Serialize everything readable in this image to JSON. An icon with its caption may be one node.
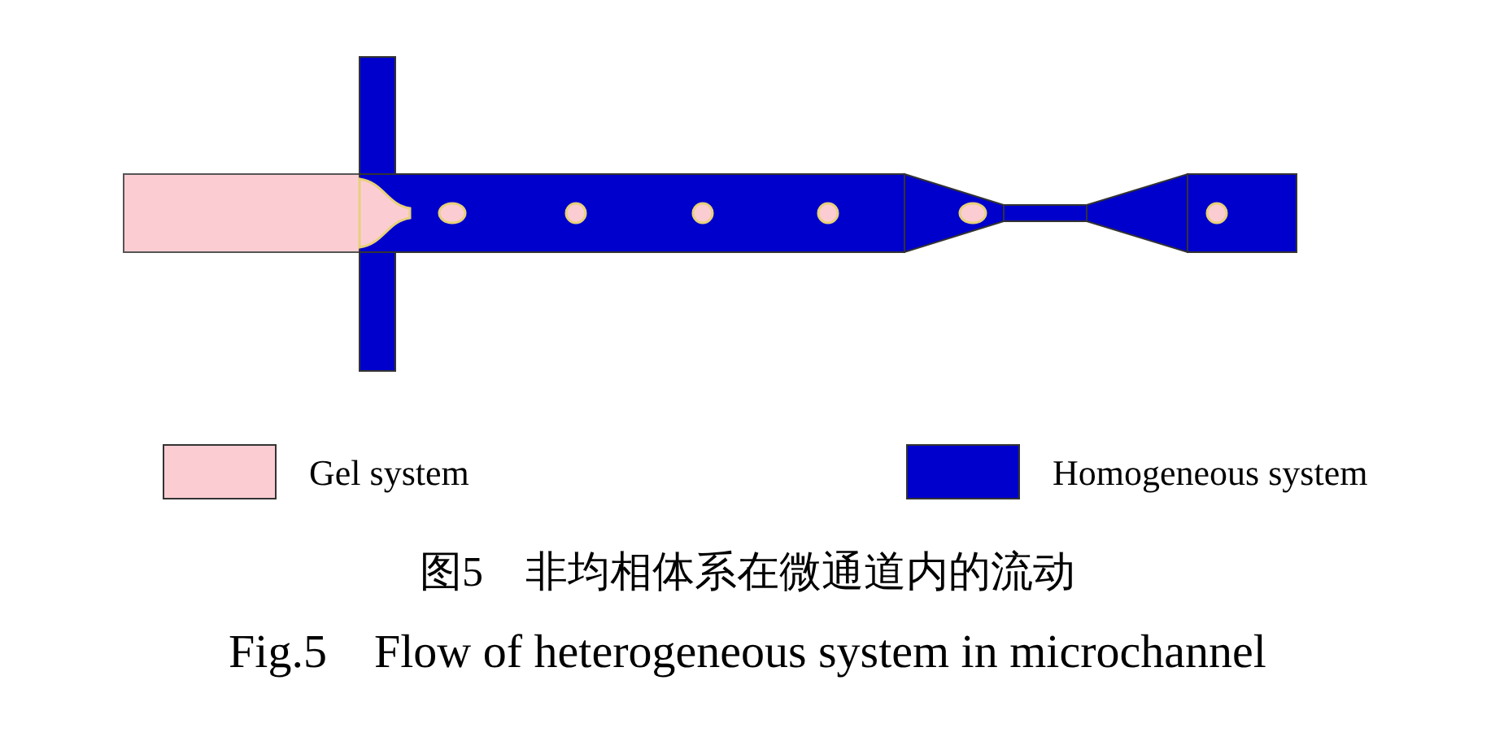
{
  "diagram": {
    "labels": [
      "图5　非均相体系在微通道内的流动",
      "Fig.5　Flow of heterogeneous system in microchannel"
    ],
    "legend": [
      {
        "text": "Gel system",
        "color": "#fbcdd3"
      },
      {
        "text": "Homogeneous system",
        "color": "#0000cc"
      }
    ]
  }
}
